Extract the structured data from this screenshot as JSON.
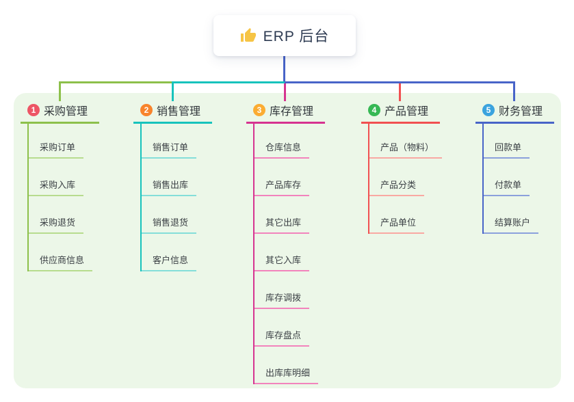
{
  "root": {
    "icon": "thumbs-up",
    "label": "ERP 后台"
  },
  "branches": [
    {
      "index": "1",
      "label": "采购管理",
      "color": "#8dc04b",
      "light_color": "#b7dc8e",
      "badge_color": "#ed5565",
      "children": [
        "采购订单",
        "采购入库",
        "采购退货",
        "供应商信息"
      ]
    },
    {
      "index": "2",
      "label": "销售管理",
      "color": "#17c3bc",
      "light_color": "#84ded9",
      "badge_color": "#f8842c",
      "children": [
        "销售订单",
        "销售出库",
        "销售退货",
        "客户信息"
      ]
    },
    {
      "index": "3",
      "label": "库存管理",
      "color": "#d63390",
      "light_color": "#f283bc",
      "badge_color": "#fbac32",
      "children": [
        "仓库信息",
        "产品库存",
        "其它出库",
        "其它入库",
        "库存调拨",
        "库存盘点",
        "出库库明细"
      ]
    },
    {
      "index": "4",
      "label": "产品管理",
      "color": "#f15051",
      "light_color": "#f9a8a2",
      "badge_color": "#36b854",
      "children": [
        "产品（物料）",
        "产品分类",
        "产品单位"
      ]
    },
    {
      "index": "5",
      "label": "财务管理",
      "color": "#4864c8",
      "light_color": "#8ba0dc",
      "badge_color": "#3ba3de",
      "children": [
        "回款单",
        "付款单",
        "结算账户"
      ]
    }
  ],
  "colors": {
    "root_line": "#4864c8",
    "panel_bg": "#ecf7e8",
    "thumb_yellow": "#f6c445",
    "text": "#32373c"
  }
}
